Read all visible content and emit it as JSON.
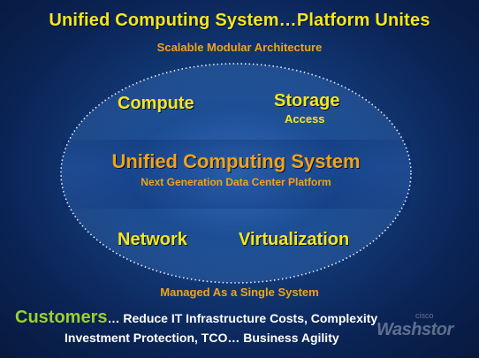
{
  "slide": {
    "title": "Unified Computing System…Platform Unites",
    "subtitle": "Scalable Modular Architecture",
    "quadrants": {
      "top_left": "Compute",
      "top_right": "Storage",
      "top_right_sub": "Access",
      "bottom_left": "Network",
      "bottom_right": "Virtualization"
    },
    "center": {
      "title": "Unified Computing System",
      "subtitle": "Next Generation Data Center Platform"
    },
    "managed": "Managed As a Single System",
    "bottom": {
      "customers": "Customers",
      "line1_rest": "… Reduce IT Infrastructure Costs, Complexity",
      "line2": "Investment Protection, TCO… Business Agility"
    },
    "watermark": {
      "logo_text": "Washstor",
      "small_text": "cisco"
    }
  }
}
